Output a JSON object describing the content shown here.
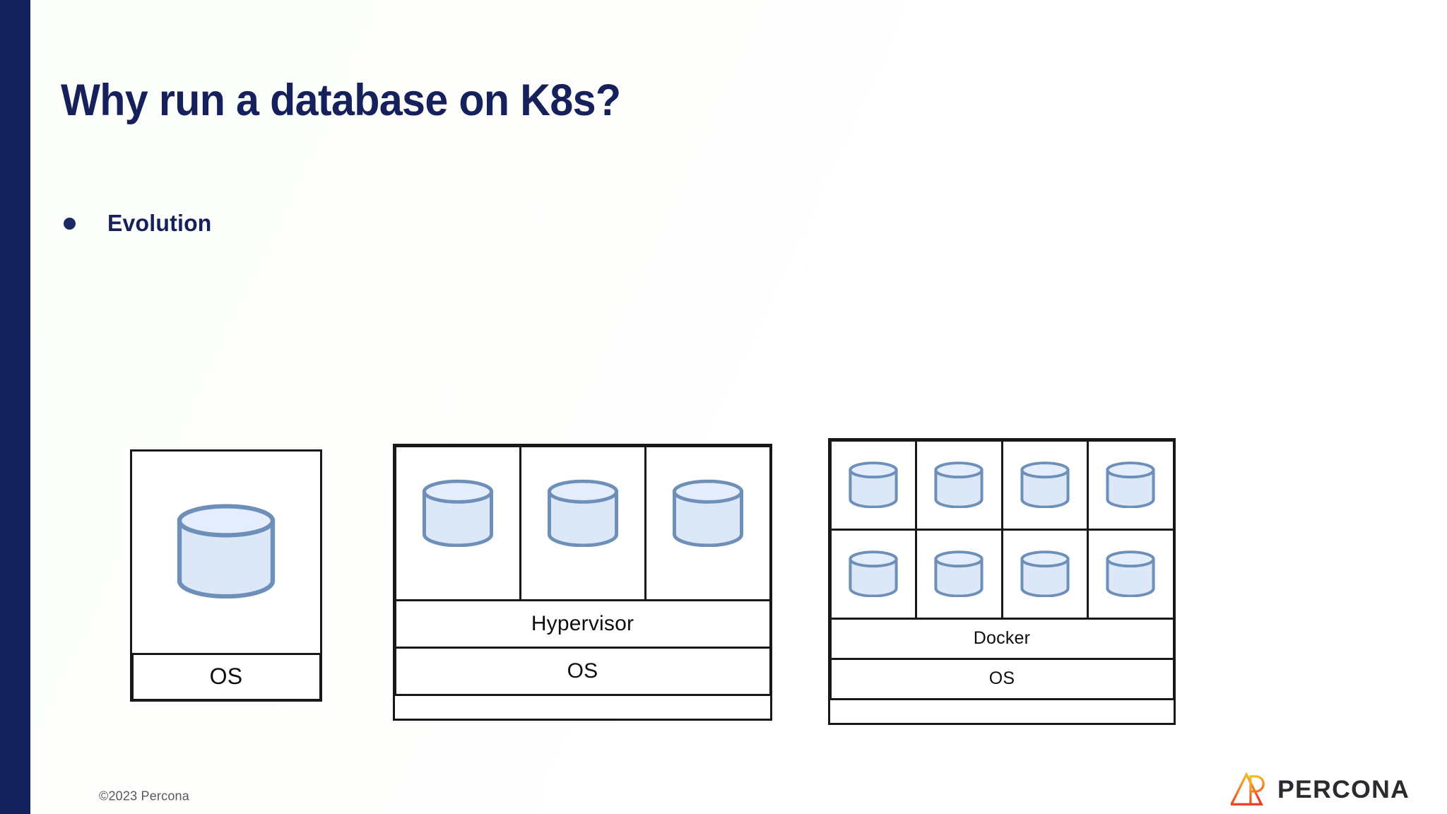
{
  "slide": {
    "title": "Why run a database on K8s?",
    "accent_color": "#15235c",
    "title_color": "#16215c",
    "background_color": "#fdfefc"
  },
  "bullets": [
    {
      "label": "Evolution"
    }
  ],
  "diagrams": [
    {
      "name": "bare-metal",
      "cells": [
        {
          "icon": "database-cylinder"
        }
      ],
      "layers": [
        {
          "label": "OS"
        }
      ]
    },
    {
      "name": "virtual-machines",
      "cells": [
        {
          "icon": "database-cylinder"
        },
        {
          "icon": "database-cylinder"
        },
        {
          "icon": "database-cylinder"
        }
      ],
      "layers": [
        {
          "label": "Hypervisor"
        },
        {
          "label": "OS"
        }
      ]
    },
    {
      "name": "containers",
      "cells": [
        {
          "icon": "database-cylinder"
        },
        {
          "icon": "database-cylinder"
        },
        {
          "icon": "database-cylinder"
        },
        {
          "icon": "database-cylinder"
        },
        {
          "icon": "database-cylinder"
        },
        {
          "icon": "database-cylinder"
        },
        {
          "icon": "database-cylinder"
        },
        {
          "icon": "database-cylinder"
        }
      ],
      "layers": [
        {
          "label": "Docker"
        },
        {
          "label": "OS"
        }
      ]
    }
  ],
  "cylinder": {
    "fill_color": "#dce8f8",
    "stroke_color": "#6d8fb8",
    "icon": "database-cylinder"
  },
  "footer": {
    "copyright": "©2023 Percona",
    "logo_text": "PERCONA",
    "logo_mark_icon": "percona-triangle-logo",
    "logo_gradient_from": "#f5a623",
    "logo_gradient_to": "#ef3b24"
  }
}
